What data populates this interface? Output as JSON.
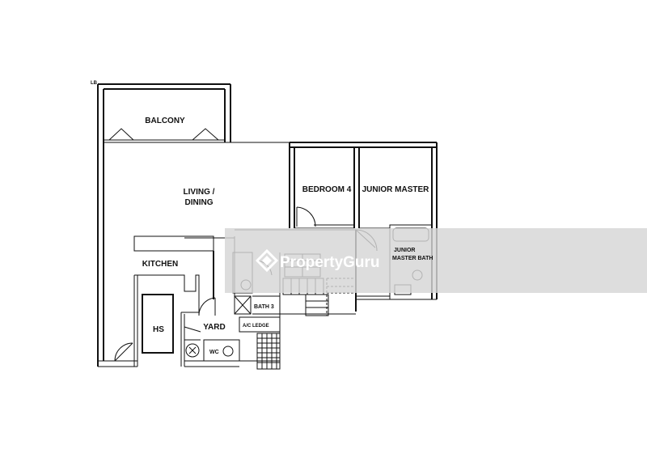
{
  "rooms": {
    "balcony": "BALCONY",
    "living_line1": "LIVING /",
    "living_line2": "DINING",
    "bedroom4": "BEDROOM 4",
    "junior_master": "JUNIOR MASTER",
    "junior_bath_line1": "JUNIOR",
    "junior_bath_line2": "MASTER BATH",
    "kitchen": "KITCHEN",
    "hs": "HS",
    "yard": "YARD",
    "bath3": "BATH 3",
    "ac_ledge": "A/C LEDGE",
    "wc": "WC"
  },
  "corner_mark": "LB",
  "watermark": {
    "text": "PropertyGuru",
    "band_color": "#d6d6d6",
    "text_color": "#ffffff"
  },
  "icons": {
    "watermark_logo": "propertyguru-logo-icon"
  }
}
